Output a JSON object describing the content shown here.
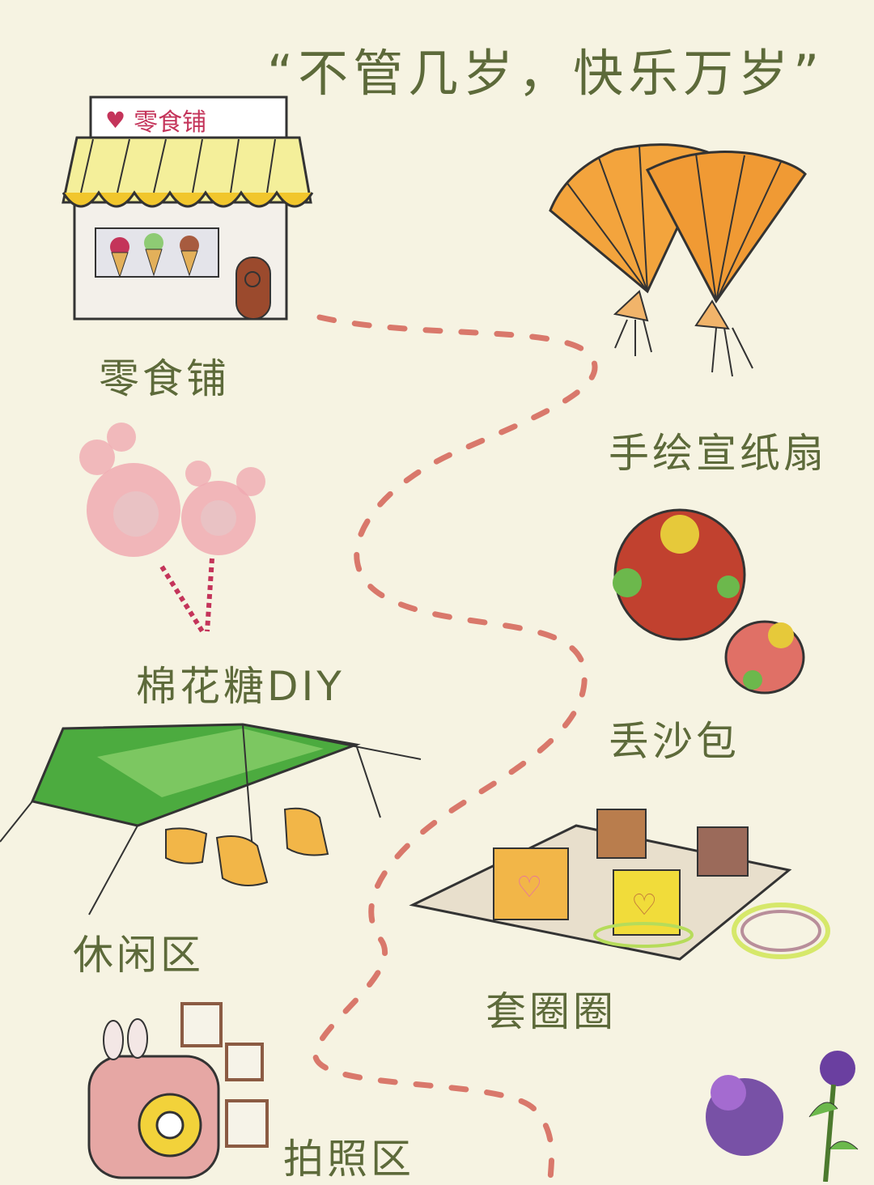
{
  "title": "“不管几岁，快乐万岁”",
  "shop_sign": "零食铺",
  "stations": {
    "snack_shop": "零食铺",
    "fan": "手绘宣纸扇",
    "cotton_candy": "棉花糖DIY",
    "sandbag": "丢沙包",
    "rest_area": "休闲区",
    "ring_toss": "套圈圈",
    "photo_area": "拍照区"
  },
  "colors": {
    "background": "#f6f3e2",
    "text": "#5d6a3a",
    "path": "#d9786b",
    "accent": "#c4345a"
  }
}
